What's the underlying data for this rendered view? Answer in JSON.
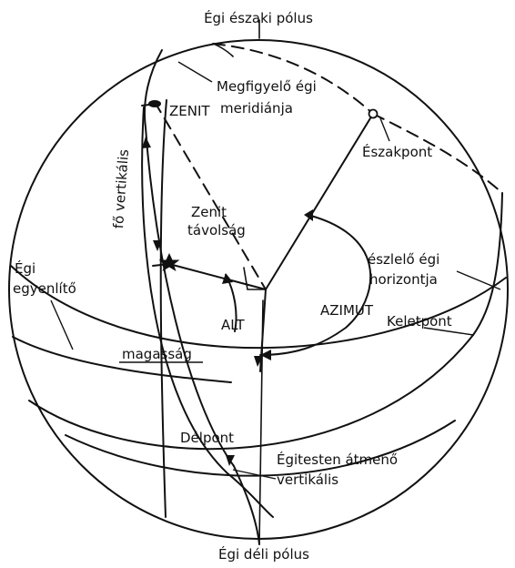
{
  "diagram": {
    "labels": {
      "north_pole": "Égi északi pólus",
      "observer_meridian_1": "Megfigyelő égi",
      "observer_meridian_2": "meridiánja",
      "zenith": "ZENIT",
      "north_point": "Északpont",
      "principal_vertical": "fő vertikális",
      "zenith_distance_1": "Zenit",
      "zenith_distance_2": "távolság",
      "celestial_equator_1": "Égi",
      "celestial_equator_2": "egyenlítő",
      "observer_horizon_1": "észlelő égi",
      "observer_horizon_2": "horizontja",
      "azimuth": "AZIMUT",
      "east_point": "Keletpont",
      "altitude_abbrev": "ALT",
      "altitude": "magasság",
      "south_point": "Délpont",
      "vertical_through_body_1": "Égitesten átmenő",
      "vertical_through_body_2": "vertikális",
      "south_pole": "Égi déli pólus"
    },
    "colors": {
      "ink": "#111111",
      "paper": "#ffffff"
    },
    "icons": [
      "star-icon"
    ]
  }
}
